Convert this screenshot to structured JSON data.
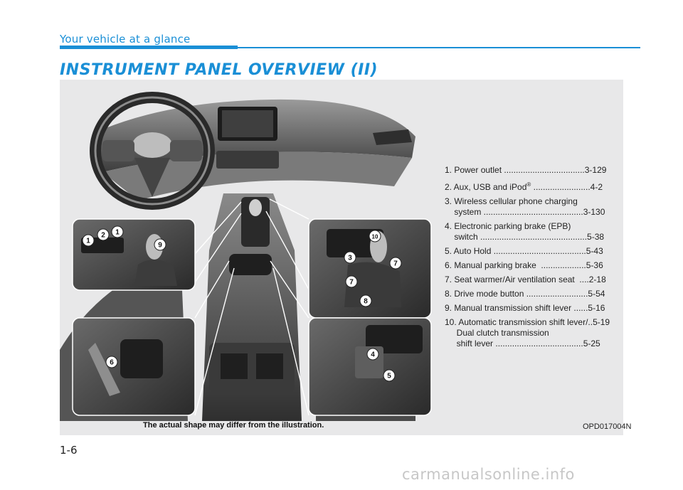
{
  "header": {
    "section_title": "Your vehicle at a glance",
    "page_heading": "INSTRUMENT PANEL OVERVIEW (II)"
  },
  "legend": {
    "items": [
      {
        "text": "1. Power outlet ..................................3-129"
      },
      {
        "pre": "2. Aux, USB and iPod",
        "sup": "®",
        "post": " ........................4-2"
      },
      {
        "text": "3. Wireless cellular phone charging\n    system ..........................................3-130"
      },
      {
        "text": "4. Electronic parking brake (EPB)\n    switch .............................................5-38"
      },
      {
        "text": "5. Auto Hold .......................................5-43"
      },
      {
        "text": "6. Manual parking brake  ...................5-36"
      },
      {
        "text": "7. Seat warmer/Air ventilation seat  ....2-18"
      },
      {
        "text": "8. Drive mode button ..........................5-54"
      },
      {
        "text": "9. Manual transmission shift lever ......5-16"
      },
      {
        "text": "10. Automatic transmission shift lever/..5-19\n     Dual clutch transmission\n     shift lever .....................................5-25"
      }
    ]
  },
  "callouts": [
    "1",
    "2",
    "1",
    "9",
    "6",
    "10",
    "3",
    "7",
    "7",
    "8",
    "4",
    "5"
  ],
  "caption": "The actual shape may differ from the illustration.",
  "figure_code": "OPD017004N",
  "page_number": "1-6",
  "watermark": "carmanualsonline.info",
  "colors": {
    "accent": "#1a8fd6",
    "panel_bg": "#e8e8e9",
    "callout_fill": "#ffffff"
  }
}
